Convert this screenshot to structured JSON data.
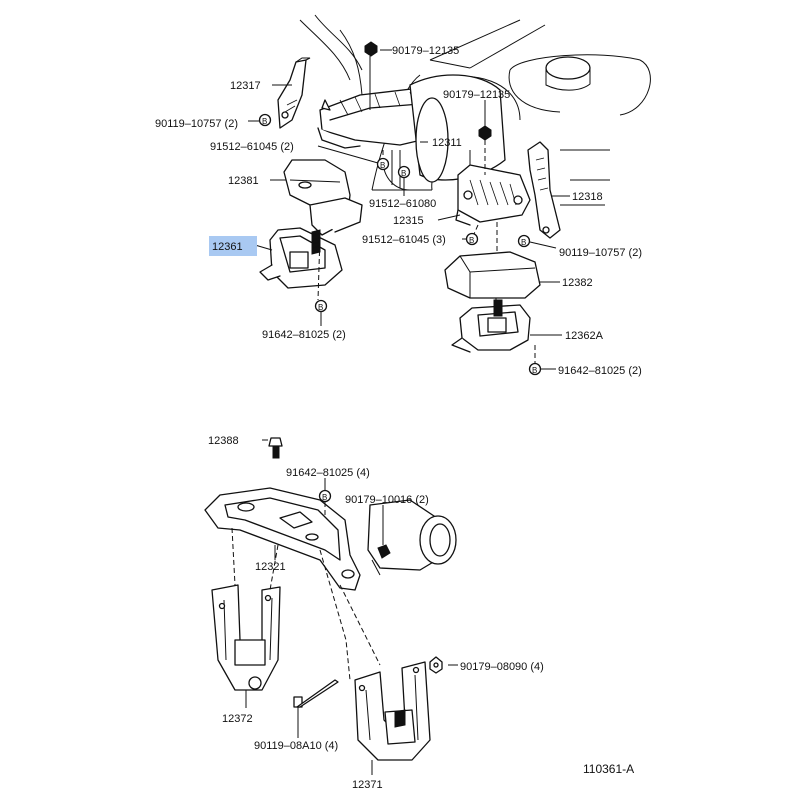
{
  "diagram": {
    "code": "110361-A",
    "highlight_color": "#a9c9f2",
    "highlighted_part": "12361",
    "bolt_symbol": "B",
    "labels": {
      "p90179_12135_a": "90179–12135",
      "p12317": "12317",
      "p90179_12135_b": "90179–12135",
      "p90119_10757_2_a": "90119–10757 (2)",
      "p12311": "12311",
      "p91512_61045_2": "91512–61045 (2)",
      "p12381": "12381",
      "p12318": "12318",
      "p91512_61080": "91512–61080",
      "p12315": "12315",
      "p12361": "12361",
      "p91512_61045_3": "91512–61045 (3)",
      "p90119_10757_2_b": "90119–10757 (2)",
      "p12382": "12382",
      "p91642_81025_2_a": "91642–81025 (2)",
      "p12362A": "12362A",
      "p91642_81025_2_b": "91642–81025 (2)",
      "p12388": "12388",
      "p91642_81025_4": "91642–81025 (4)",
      "p90179_10016_2": "90179–10016 (2)",
      "p12321": "12321",
      "p90179_08090_4": "90179–08090 (4)",
      "p12372": "12372",
      "p90119_08A10_4": "90119–08A10 (4)",
      "p12371": "12371"
    }
  }
}
